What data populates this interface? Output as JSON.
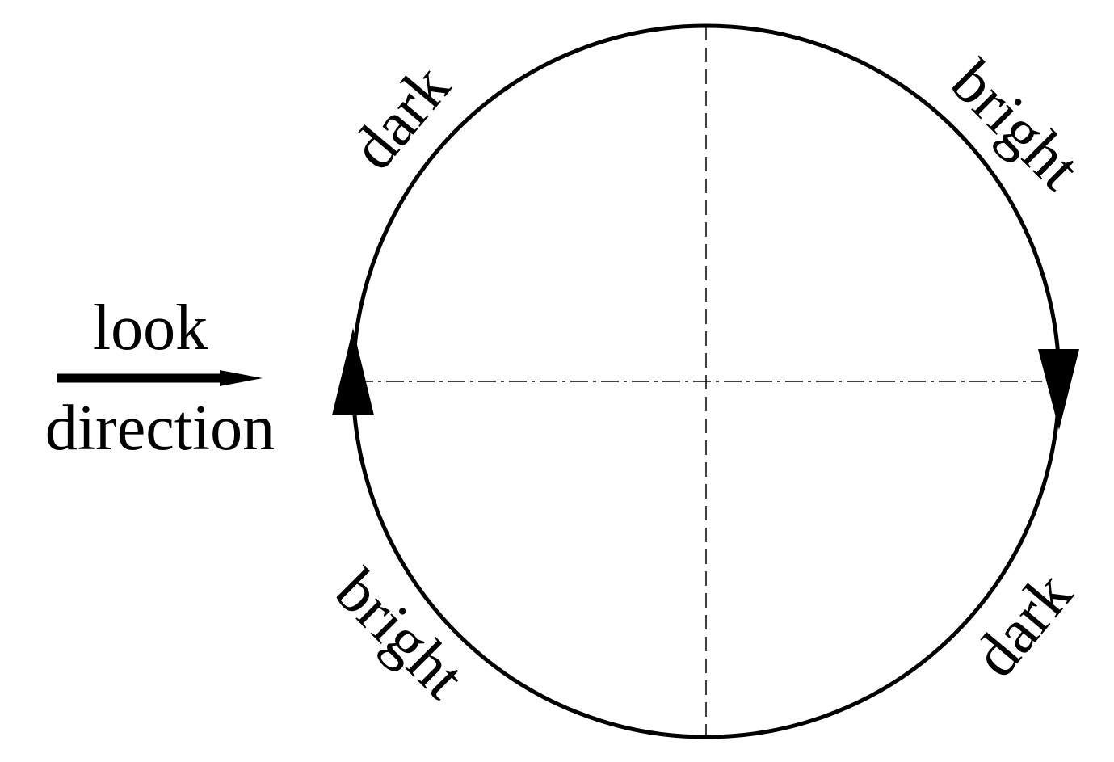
{
  "diagram": {
    "quadrant_labels": {
      "top_left": "dark",
      "top_right": "bright",
      "bottom_left": "bright",
      "bottom_right": "dark"
    },
    "look_direction": {
      "line1": "look",
      "line2": "direction"
    },
    "colors": {
      "stroke": "#000000",
      "background": "#ffffff"
    }
  }
}
